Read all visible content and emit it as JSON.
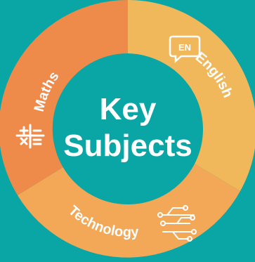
{
  "colors": {
    "background": "#0AA6A6",
    "maths": "#EE8B4A",
    "english": "#F0B85A",
    "technology": "#F2A857",
    "label": "#FFFFFF",
    "center_text": "#FFFFFF"
  },
  "center": {
    "line1": "Key",
    "line2": "Subjects"
  },
  "segments": [
    {
      "name": "Maths",
      "label": "Maths",
      "icon": "math-operators-icon"
    },
    {
      "name": "English",
      "label": "English",
      "icon": "english-speech-bubble-icon",
      "icon_text": "EN"
    },
    {
      "name": "Technology",
      "label": "Technology",
      "icon": "circuit-icon"
    }
  ]
}
